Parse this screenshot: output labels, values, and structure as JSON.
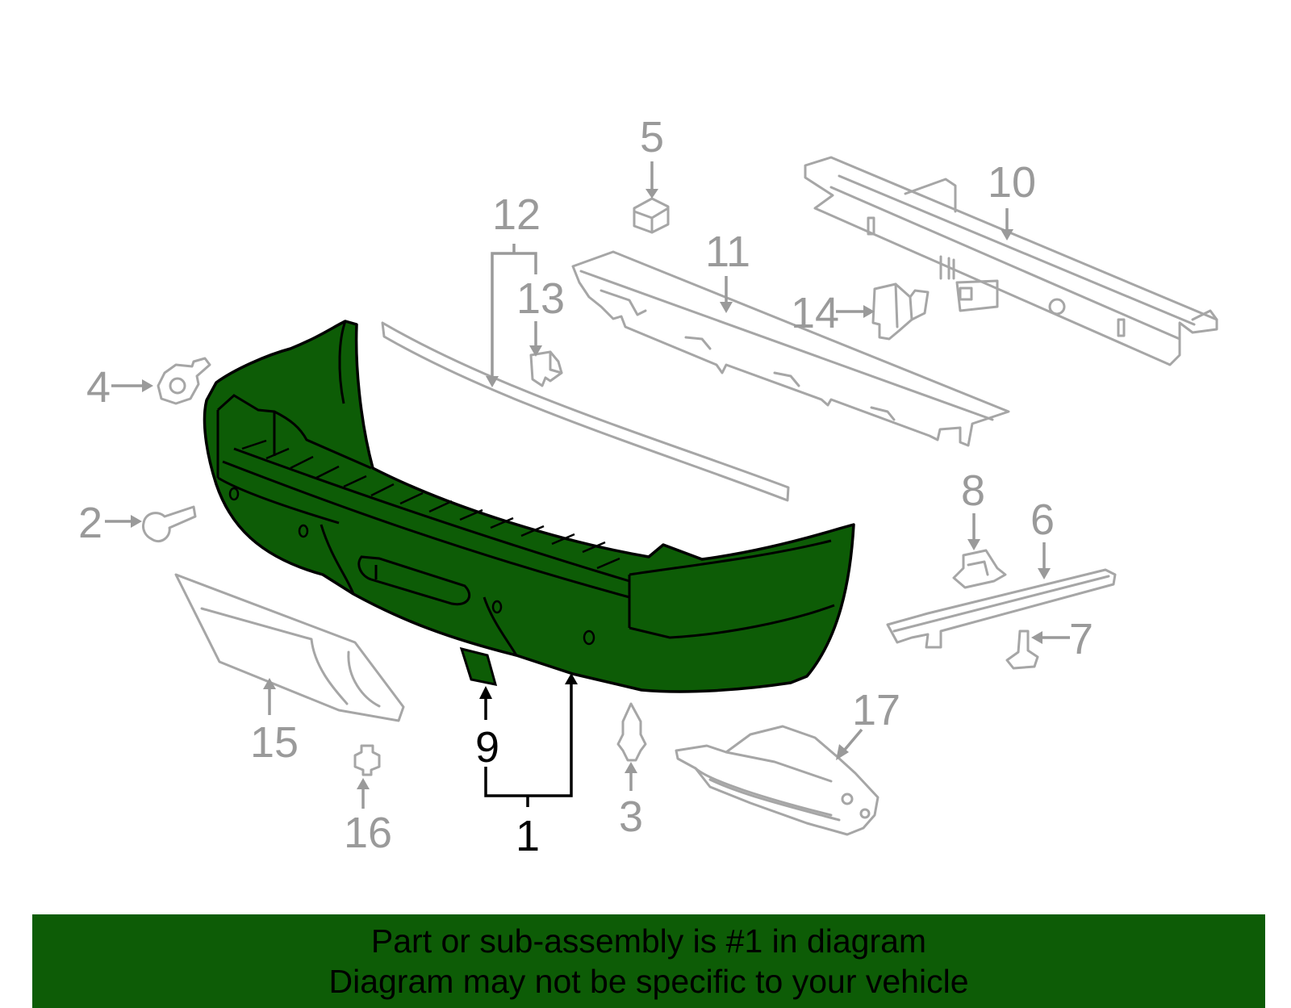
{
  "diagram": {
    "callouts": [
      {
        "id": "1",
        "label": "1",
        "highlighted": true
      },
      {
        "id": "2",
        "label": "2",
        "highlighted": false
      },
      {
        "id": "3",
        "label": "3",
        "highlighted": false
      },
      {
        "id": "4",
        "label": "4",
        "highlighted": false
      },
      {
        "id": "5",
        "label": "5",
        "highlighted": false
      },
      {
        "id": "6",
        "label": "6",
        "highlighted": false
      },
      {
        "id": "7",
        "label": "7",
        "highlighted": false
      },
      {
        "id": "8",
        "label": "8",
        "highlighted": false
      },
      {
        "id": "9",
        "label": "9",
        "highlighted": true
      },
      {
        "id": "10",
        "label": "10",
        "highlighted": false
      },
      {
        "id": "11",
        "label": "11",
        "highlighted": false
      },
      {
        "id": "12",
        "label": "12",
        "highlighted": false
      },
      {
        "id": "13",
        "label": "13",
        "highlighted": false
      },
      {
        "id": "14",
        "label": "14",
        "highlighted": false
      },
      {
        "id": "15",
        "label": "15",
        "highlighted": false
      },
      {
        "id": "16",
        "label": "16",
        "highlighted": false
      },
      {
        "id": "17",
        "label": "17",
        "highlighted": false
      }
    ],
    "highlight_color": "#0d5c06",
    "ghost_color": "#a6a6a6"
  },
  "banner": {
    "line1": "Part or sub-assembly is #1 in diagram",
    "line2": "Diagram may not be specific to your vehicle",
    "background": "#0d5c06"
  }
}
